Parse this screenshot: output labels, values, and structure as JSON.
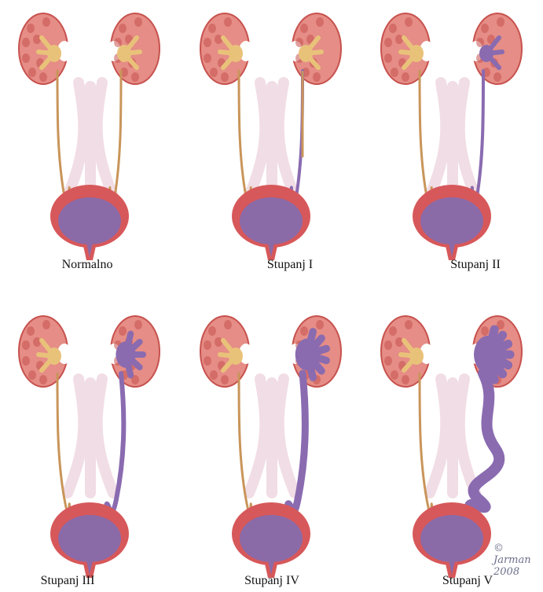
{
  "figure": {
    "panels": [
      {
        "grade": 0,
        "label": "Normalno"
      },
      {
        "grade": 1,
        "label": "Stupanj I"
      },
      {
        "grade": 2,
        "label": "Stupanj II"
      },
      {
        "grade": 3,
        "label": "Stupanj III"
      },
      {
        "grade": 4,
        "label": "Stupanj IV"
      },
      {
        "grade": 5,
        "label": "Stupanj V"
      }
    ],
    "signature": "© Jarman 2008"
  },
  "colors": {
    "kidney": "#e58d86",
    "kidney_dark": "#c7524e",
    "collecting": "#e9c27a",
    "ureter": "#c9955a",
    "reflux": "#8a6bb0",
    "reflux_dark": "#6a4f93",
    "bladder_wall": "#d7585a",
    "bladder_inner": "#8b6aa8",
    "vessels": "#efd7e0"
  }
}
